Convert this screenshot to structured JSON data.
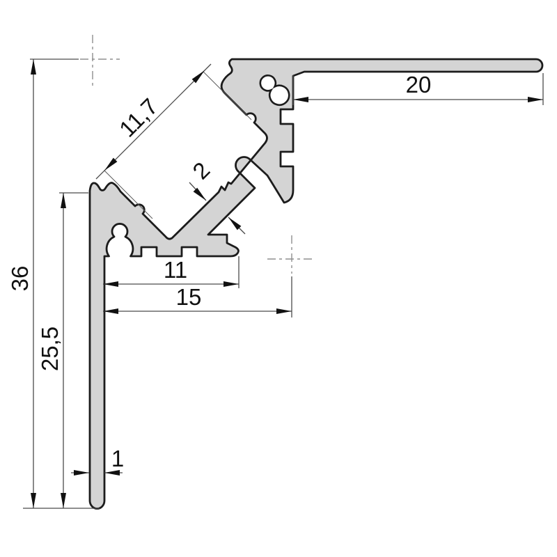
{
  "drawing": {
    "type": "technical-profile-cross-section",
    "units_implied": "mm",
    "dimensions": {
      "top_flange_width": {
        "label": "20"
      },
      "channel_opening_diagonal": {
        "label": "11,7"
      },
      "base_wall_thickness": {
        "label": "2"
      },
      "total_height": {
        "label": "36"
      },
      "leg_height": {
        "label": "25,5"
      },
      "base_width_inner": {
        "label": "11"
      },
      "base_width_outer": {
        "label": "15"
      },
      "leg_thickness": {
        "label": "1"
      }
    },
    "colors": {
      "profile_fill": "#d4d4d4",
      "outline": "#1c1c1c",
      "dimension_line": "#4a4a4a",
      "center_mark": "#8f8f8f",
      "text": "#111111",
      "background": "#ffffff"
    }
  }
}
